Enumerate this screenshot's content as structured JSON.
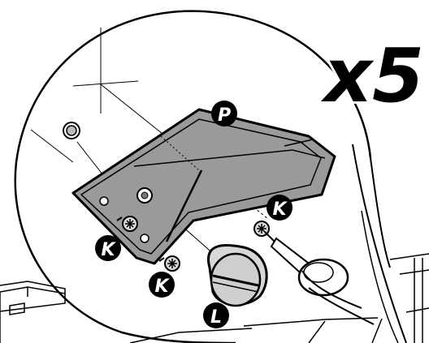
{
  "multiplier": "x5",
  "part_labels": {
    "plate": "P",
    "screw_upper": "K",
    "screw_left": "K",
    "screw_lower": "K",
    "cap": "L"
  },
  "colors": {
    "plate_fill": "#9a9a9a",
    "line": "#000000",
    "background": "#ffffff",
    "label_bubble": "#000000",
    "screw_head": "#d8d8d8"
  }
}
